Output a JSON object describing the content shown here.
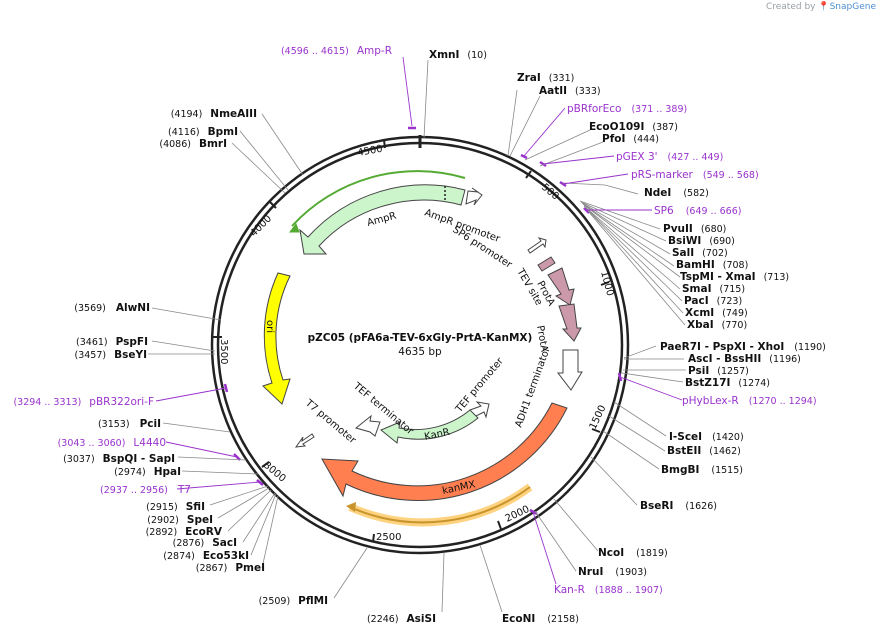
{
  "watermark": {
    "prefix": "Created by",
    "brand": "SnapGene"
  },
  "plasmid": {
    "name": "pZC05 (pFA6a-TEV-6xGly-PrtA-KanMX)",
    "length_label": "4635 bp",
    "length": 4635
  },
  "ticks": [
    "500",
    "1000",
    "1500",
    "2000",
    "2500",
    "3000",
    "3500",
    "4000",
    "4500"
  ],
  "enzymes": [
    {
      "name": "XmnI",
      "pos": "(10)"
    },
    {
      "name": "ZraI",
      "pos": "(331)"
    },
    {
      "name": "AatII",
      "pos": "(333)"
    },
    {
      "name": "EcoO109I",
      "pos": "(387)"
    },
    {
      "name": "PfoI",
      "pos": "(444)"
    },
    {
      "name": "NdeI",
      "pos": "(582)"
    },
    {
      "name": "PvuII",
      "pos": "(680)"
    },
    {
      "name": "BsiWI",
      "pos": "(690)"
    },
    {
      "name": "SalI",
      "pos": "(702)"
    },
    {
      "name": "BamHI",
      "pos": "(708)"
    },
    {
      "name": "TspMI - XmaI",
      "pos": "(713)"
    },
    {
      "name": "SmaI",
      "pos": "(715)"
    },
    {
      "name": "PacI",
      "pos": "(723)"
    },
    {
      "name": "XcmI",
      "pos": "(749)"
    },
    {
      "name": "XbaI",
      "pos": "(770)"
    },
    {
      "name": "PaeR7I - PspXI - XhoI",
      "pos": "(1190)"
    },
    {
      "name": "AscI - BssHII",
      "pos": "(1196)"
    },
    {
      "name": "PsiI",
      "pos": "(1257)"
    },
    {
      "name": "BstZ17I",
      "pos": "(1274)"
    },
    {
      "name": "I-SceI",
      "pos": "(1420)"
    },
    {
      "name": "BstEII",
      "pos": "(1462)"
    },
    {
      "name": "BmgBI",
      "pos": "(1515)"
    },
    {
      "name": "BseRI",
      "pos": "(1626)"
    },
    {
      "name": "NcoI",
      "pos": "(1819)"
    },
    {
      "name": "NruI",
      "pos": "(1903)"
    },
    {
      "name": "EcoNI",
      "pos": "(2158)"
    },
    {
      "name": "AsiSI",
      "pos": "(2246)"
    },
    {
      "name": "PflMI",
      "pos": "(2509)"
    },
    {
      "name": "PmeI",
      "pos": "(2867)"
    },
    {
      "name": "Eco53kI",
      "pos": "(2874)"
    },
    {
      "name": "SacI",
      "pos": "(2876)"
    },
    {
      "name": "EcoRV",
      "pos": "(2892)"
    },
    {
      "name": "SpeI",
      "pos": "(2902)"
    },
    {
      "name": "SfiI",
      "pos": "(2915)"
    },
    {
      "name": "HpaI",
      "pos": "(2974)"
    },
    {
      "name": "BspQI - SapI",
      "pos": "(3037)"
    },
    {
      "name": "PciI",
      "pos": "(3153)"
    },
    {
      "name": "BseYI",
      "pos": "(3457)"
    },
    {
      "name": "PspFI",
      "pos": "(3461)"
    },
    {
      "name": "AlwNI",
      "pos": "(3569)"
    },
    {
      "name": "BmrI",
      "pos": "(4086)"
    },
    {
      "name": "BpmI",
      "pos": "(4116)"
    },
    {
      "name": "NmeAIII",
      "pos": "(4194)"
    }
  ],
  "primers": [
    {
      "name": "Amp-R",
      "range": "(4596 .. 4615)"
    },
    {
      "name": "pBRforEco",
      "range": "(371 .. 389)"
    },
    {
      "name": "pGEX 3'",
      "range": "(427 .. 449)"
    },
    {
      "name": "pRS-marker",
      "range": "(549 .. 568)"
    },
    {
      "name": "SP6",
      "range": "(649 .. 666)"
    },
    {
      "name": "pHybLex-R",
      "range": "(1270 .. 1294)"
    },
    {
      "name": "Kan-R",
      "range": "(1888 .. 1907)"
    },
    {
      "name": "T7",
      "range": "(2937 .. 2956)"
    },
    {
      "name": "L4440",
      "range": "(3043 .. 3060)"
    },
    {
      "name": "pBR322ori-F",
      "range": "(3294 .. 3313)"
    }
  ],
  "features": {
    "ampr": "AmpR",
    "ampr_promoter": "AmpR promoter",
    "sp6_promoter": "SP6 promoter",
    "prota": "ProtA",
    "tev_site": "TEV site",
    "prota2": "ProtA",
    "adh1_terminator": "ADH1 terminator",
    "tef_promoter": "TEF promoter",
    "kanr": "KanR",
    "tef_terminator": "TEF terminator",
    "kanmx": "kanMX",
    "ori": "ori",
    "t7_promoter": "T7 promoter"
  },
  "colors": {
    "primer": "#9933cc",
    "ampr": "#ccf5cc",
    "kanr": "#ccf5cc",
    "ori": "#ffff00",
    "kanmx": "#ff7f50",
    "prota": "#cc99aa",
    "orf": "#ffd27f"
  }
}
